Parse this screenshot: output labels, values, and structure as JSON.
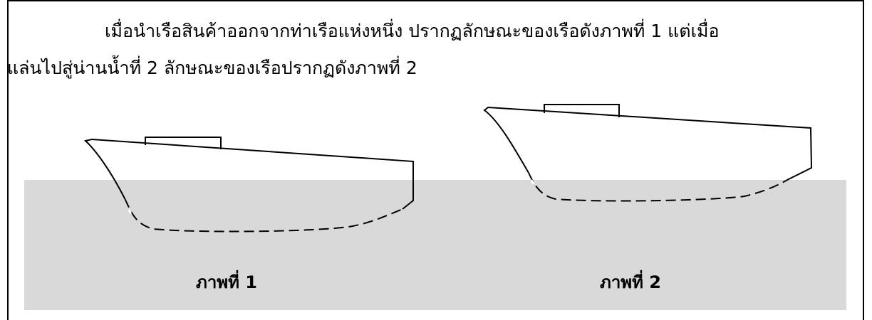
{
  "question": {
    "line1": "เมื่อนำเรือสินค้าออกจากท่าเรือแห่งหนึ่ง ปรากฏลักษณะของเรือดังภาพที่ 1 แต่เมื่อ",
    "line2": "แล่นไปสู่น่านน้ำที่ 2 ลักษณะของเรือปรากฏดังภาพที่ 2"
  },
  "figures": [
    {
      "caption": "ภาพที่ 1"
    },
    {
      "caption": "ภาพที่ 2"
    }
  ],
  "colors": {
    "water": "#d9d9d9",
    "outline": "#000000",
    "dash_highlight": "#ffffff"
  }
}
